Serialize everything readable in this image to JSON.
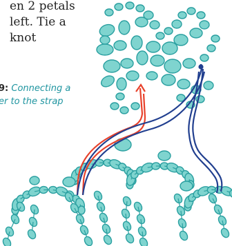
{
  "instructions": {
    "line1": "en 2 petals",
    "line2": "left. Tie a",
    "line3": "knot"
  },
  "figure": {
    "number": "9:",
    "caption_line1": "Connecting a",
    "caption_line2": "er to the strap"
  },
  "colors": {
    "bead_fill": "#7fd4cf",
    "bead_stroke": "#2a9fa0",
    "thread_red": "#e8412b",
    "thread_navy": "#213f8f",
    "caption": "#1f95a0"
  }
}
